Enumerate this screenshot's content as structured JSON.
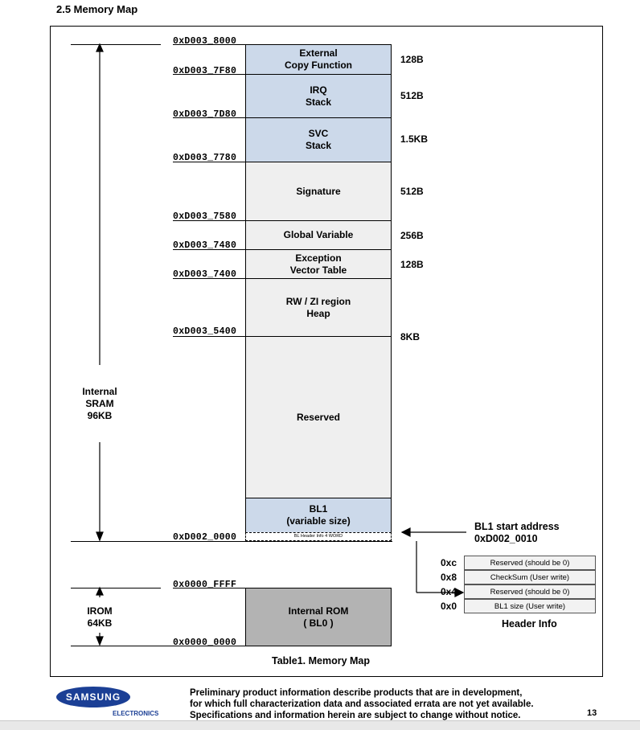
{
  "heading": "2.5 Memory Map",
  "addresses": {
    "a8000": "0xD003_8000",
    "a7f80": "0xD003_7F80",
    "a7d80": "0xD003_7D80",
    "a7780": "0xD003_7780",
    "a7580": "0xD003_7580",
    "a7480": "0xD003_7480",
    "a7400": "0xD003_7400",
    "a5400": "0xD003_5400",
    "a0000": "0xD002_0000",
    "iromtop": "0x0000_FFFF",
    "iromstart": "0x0000_0000"
  },
  "blocks": {
    "external": "External\nCopy Function",
    "irq": "IRQ\nStack",
    "svc": "SVC\nStack",
    "signature": "Signature",
    "global": "Global Variable",
    "exception": "Exception\nVector Table",
    "heap": "RW / ZI region\nHeap",
    "reserved": "Reserved",
    "bl1": "BL1\n(variable size)",
    "bl1_header": "BL Header Info 4 WORD",
    "rom": "Internal ROM\n( BL0 )"
  },
  "sizes": {
    "external": "128B",
    "irq": "512B",
    "svc": "1.5KB",
    "signature": "512B",
    "global": "256B",
    "exception": "128B",
    "heap": "8KB"
  },
  "labels": {
    "sram": "Internal\nSRAM\n96KB",
    "irom": "IROM\n64KB",
    "bl1_start_title": "BL1 start address",
    "bl1_start_addr": "0xD002_0010",
    "table_caption": "Table1. Memory Map"
  },
  "header_info": {
    "title": "Header Info",
    "rows": [
      {
        "offset": "0xc",
        "desc": "Reserved (should be 0)"
      },
      {
        "offset": "0x8",
        "desc": "CheckSum (User write)"
      },
      {
        "offset": "0x4",
        "desc": "Reserved (should be 0)"
      },
      {
        "offset": "0x0",
        "desc": "BL1 size (User write)"
      }
    ]
  },
  "footer": {
    "logo": "SAMSUNG",
    "logo_sub": "ELECTRONICS",
    "text": "Preliminary product information describe products that are in development,\nfor which full characterization data and associated errata are not yet available.\nSpecifications and information herein are subject to change without notice.",
    "page": "13"
  },
  "colors": {
    "blue_block": "#ccd9ea",
    "gray_block": "#efefef",
    "rom_block": "#b3b3b3"
  }
}
